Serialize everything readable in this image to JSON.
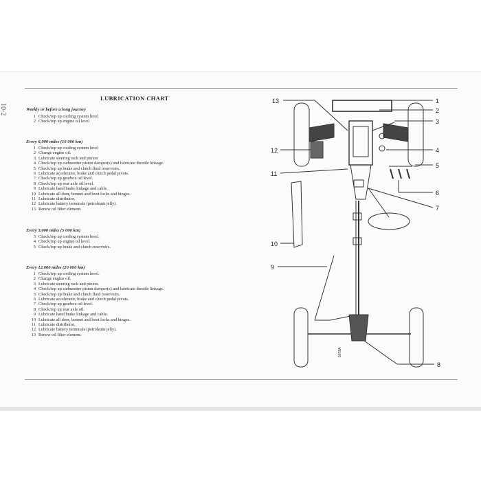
{
  "page_number": "10-2",
  "title": "LUBRICATION CHART",
  "sections": [
    {
      "heading": "Weekly or before a long journey",
      "items": [
        {
          "num": "1",
          "text": "Check/top up cooling system level"
        },
        {
          "num": "2",
          "text": "Check/top up engine oil level"
        }
      ]
    },
    {
      "heading": "Every 6,000 miles (10 000 km)",
      "items": [
        {
          "num": "1",
          "text": "Check/top up cooling system level"
        },
        {
          "num": "2",
          "text": "Change engine oil."
        },
        {
          "num": "3",
          "text": "Lubricate steering rack and pinion"
        },
        {
          "num": "4",
          "text": "Check/top up carburetter piston damper(s) and lubricate throttle linkage."
        },
        {
          "num": "5",
          "text": "Check/top up brake and clutch fluid reservoirs."
        },
        {
          "num": "6",
          "text": "Lubricate accelerator, brake and clutch pedal pivots."
        },
        {
          "num": "7",
          "text": "Check/top up gearbox oil level."
        },
        {
          "num": "8",
          "text": "Check/top up rear axle oil level."
        },
        {
          "num": "9",
          "text": "Lubricate hand brake linkage and cable."
        },
        {
          "num": "10",
          "text": "Lubricate all door, bonnet and boot locks and hinges."
        },
        {
          "num": "11",
          "text": "Lubricate distributor."
        },
        {
          "num": "12",
          "text": "Lubricate battery terminals (petroleum jelly)."
        },
        {
          "num": "13",
          "text": "Renew oil filter element."
        }
      ]
    },
    {
      "heading": "Every 3,000 miles (5 000 km)",
      "items": [
        {
          "num": "3",
          "text": "Check/top up cooling system level."
        },
        {
          "num": "4",
          "text": "Check/top up engine oil level."
        },
        {
          "num": "5",
          "text": "Check/top up brake and clutch reservoirs."
        }
      ]
    },
    {
      "heading": "Every 12,000 miles (20 000 km)",
      "items": [
        {
          "num": "1",
          "text": "Check/top up cooling system level."
        },
        {
          "num": "2",
          "text": "Change engine oil."
        },
        {
          "num": "3",
          "text": "Lubricate steering rack and pinion."
        },
        {
          "num": "4",
          "text": "Check/top up carburetter piston damper(s) and lubricate throttle linkage."
        },
        {
          "num": "5",
          "text": "Check/top up brake and clutch fluid reservoirs."
        },
        {
          "num": "6",
          "text": "Lubricate accelerator, brake and clutch pedal pivots."
        },
        {
          "num": "7",
          "text": "Check/top up gearbox oil level."
        },
        {
          "num": "8",
          "text": "Check/top up rear axle oil."
        },
        {
          "num": "9",
          "text": "Lubricate hand brake linkage and cable."
        },
        {
          "num": "10",
          "text": "Lubricate all door, bonnet and boot locks and hinges."
        },
        {
          "num": "11",
          "text": "Lubricate distributor."
        },
        {
          "num": "12",
          "text": "Lubricate battery terminals (petroleum jelly)."
        },
        {
          "num": "13",
          "text": "Renew oil filter element."
        }
      ]
    }
  ],
  "diagram": {
    "callouts": [
      "1",
      "2",
      "3",
      "4",
      "5",
      "6",
      "7",
      "8",
      "9",
      "10",
      "11",
      "12",
      "13"
    ],
    "figure_code": "5078A"
  }
}
